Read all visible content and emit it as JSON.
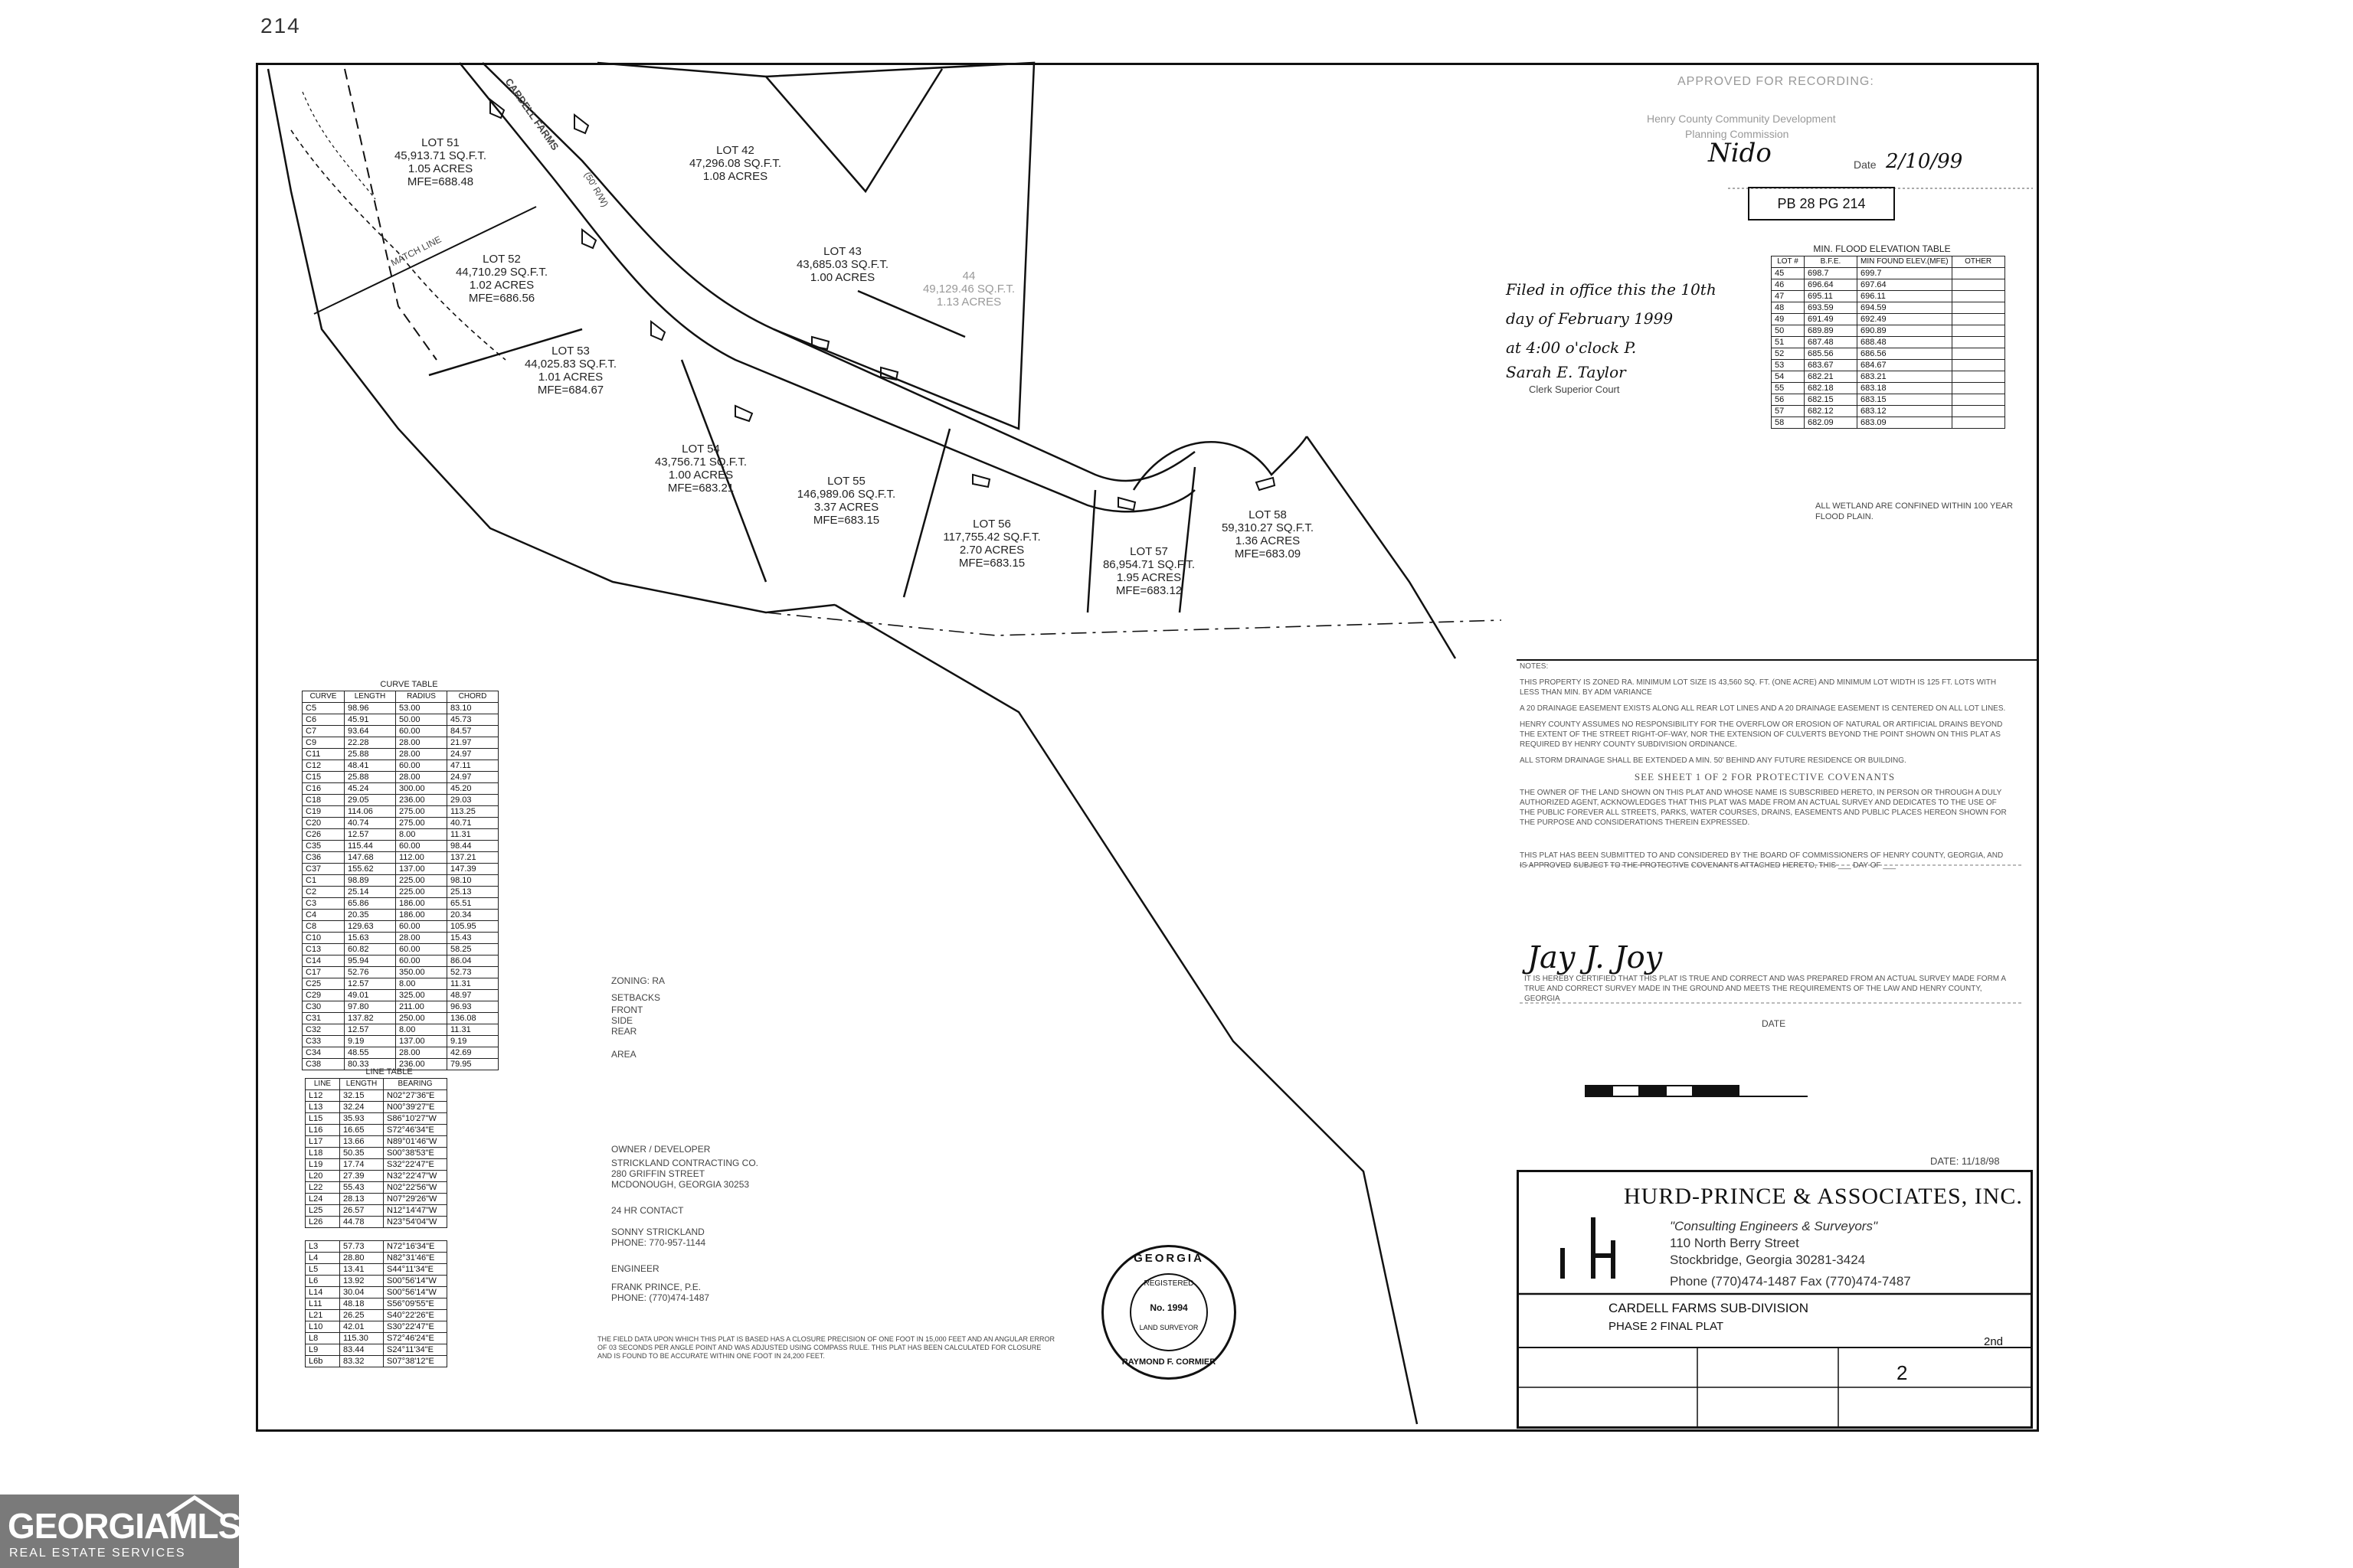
{
  "page_number": "214",
  "recording": {
    "header": "APPROVED FOR RECORDING:",
    "line1": "Henry County Community Development",
    "line2": "Planning Commission",
    "date_label": "Date",
    "date_value": "2/10/99",
    "book_ref": "PB 28 PG 214"
  },
  "filing": {
    "line1": "Filed in office this the 10th",
    "line2": "day of February 1999",
    "line3": "at 4:00 o'clock P.",
    "line4": "Sarah E. Taylor",
    "line5": "Clerk Superior Court"
  },
  "street": {
    "name": "CARDELL FARMS",
    "row": "(50' R/W)"
  },
  "match_line": "MATCH LINE",
  "lots": [
    {
      "id": "lot-51",
      "name": "LOT 51",
      "sqft": "45,913.71 SQ.F.T.",
      "acres": "1.05 ACRES",
      "mfe": "MFE=688.48"
    },
    {
      "id": "lot-52",
      "name": "LOT 52",
      "sqft": "44,710.29 SQ.F.T.",
      "acres": "1.02 ACRES",
      "mfe": "MFE=686.56"
    },
    {
      "id": "lot-53",
      "name": "LOT 53",
      "sqft": "44,025.83 SQ.F.T.",
      "acres": "1.01 ACRES",
      "mfe": "MFE=684.67"
    },
    {
      "id": "lot-54",
      "name": "LOT 54",
      "sqft": "43,756.71 SQ.F.T.",
      "acres": "1.00 ACRES",
      "mfe": "MFE=683.21"
    },
    {
      "id": "lot-55",
      "name": "LOT 55",
      "sqft": "146,989.06 SQ.F.T.",
      "acres": "3.37 ACRES",
      "mfe": "MFE=683.15"
    },
    {
      "id": "lot-56",
      "name": "LOT 56",
      "sqft": "117,755.42 SQ.F.T.",
      "acres": "2.70 ACRES",
      "mfe": "MFE=683.15"
    },
    {
      "id": "lot-57",
      "name": "LOT 57",
      "sqft": "86,954.71 SQ.F.T.",
      "acres": "1.95 ACRES",
      "mfe": "MFE=683.12"
    },
    {
      "id": "lot-58",
      "name": "LOT 58",
      "sqft": "59,310.27 SQ.F.T.",
      "acres": "1.36 ACRES",
      "mfe": "MFE=683.09"
    },
    {
      "id": "lot-42",
      "name": "LOT 42",
      "sqft": "47,296.08 SQ.F.T.",
      "acres": "1.08 ACRES",
      "mfe": ""
    },
    {
      "id": "lot-43",
      "name": "LOT 43",
      "sqft": "43,685.03 SQ.F.T.",
      "acres": "1.00 ACRES",
      "mfe": ""
    },
    {
      "id": "lot-44",
      "name": "44",
      "sqft": "49,129.46 SQ.F.T.",
      "acres": "1.13 ACRES",
      "mfe": ""
    }
  ],
  "flood_table": {
    "title": "MIN. FLOOD ELEVATION TABLE",
    "headers": [
      "LOT #",
      "B.F.E.",
      "MIN FOUND ELEV.(MFE)",
      "OTHER"
    ],
    "rows": [
      [
        "45",
        "698.7",
        "699.7",
        ""
      ],
      [
        "46",
        "696.64",
        "697.64",
        ""
      ],
      [
        "47",
        "695.11",
        "696.11",
        ""
      ],
      [
        "48",
        "693.59",
        "694.59",
        ""
      ],
      [
        "49",
        "691.49",
        "692.49",
        ""
      ],
      [
        "50",
        "689.89",
        "690.89",
        ""
      ],
      [
        "51",
        "687.48",
        "688.48",
        ""
      ],
      [
        "52",
        "685.56",
        "686.56",
        ""
      ],
      [
        "53",
        "683.67",
        "684.67",
        ""
      ],
      [
        "54",
        "682.21",
        "683.21",
        ""
      ],
      [
        "55",
        "682.18",
        "683.18",
        ""
      ],
      [
        "56",
        "682.15",
        "683.15",
        ""
      ],
      [
        "57",
        "682.12",
        "683.12",
        ""
      ],
      [
        "58",
        "682.09",
        "683.09",
        ""
      ]
    ],
    "note": "ALL WETLAND ARE CONFINED WITHIN 100 YEAR FLOOD PLAIN."
  },
  "curve_table": {
    "title": "CURVE TABLE",
    "headers": [
      "CURVE",
      "LENGTH",
      "RADIUS",
      "CHORD"
    ],
    "rows": [
      [
        "C5",
        "98.96",
        "53.00",
        "83.10"
      ],
      [
        "C6",
        "45.91",
        "50.00",
        "45.73"
      ],
      [
        "C7",
        "93.64",
        "60.00",
        "84.57"
      ],
      [
        "C9",
        "22.28",
        "28.00",
        "21.97"
      ],
      [
        "C11",
        "25.88",
        "28.00",
        "24.97"
      ],
      [
        "C12",
        "48.41",
        "60.00",
        "47.11"
      ],
      [
        "C15",
        "25.88",
        "28.00",
        "24.97"
      ],
      [
        "C16",
        "45.24",
        "300.00",
        "45.20"
      ],
      [
        "C18",
        "29.05",
        "236.00",
        "29.03"
      ],
      [
        "C19",
        "114.06",
        "275.00",
        "113.25"
      ],
      [
        "C20",
        "40.74",
        "275.00",
        "40.71"
      ],
      [
        "C26",
        "12.57",
        "8.00",
        "11.31"
      ],
      [
        "C35",
        "115.44",
        "60.00",
        "98.44"
      ],
      [
        "C36",
        "147.68",
        "112.00",
        "137.21"
      ],
      [
        "C37",
        "155.62",
        "137.00",
        "147.39"
      ],
      [
        "C1",
        "98.89",
        "225.00",
        "98.10"
      ],
      [
        "C2",
        "25.14",
        "225.00",
        "25.13"
      ],
      [
        "C3",
        "65.86",
        "186.00",
        "65.51"
      ],
      [
        "C4",
        "20.35",
        "186.00",
        "20.34"
      ],
      [
        "C8",
        "129.63",
        "60.00",
        "105.95"
      ],
      [
        "C10",
        "15.63",
        "28.00",
        "15.43"
      ],
      [
        "C13",
        "60.82",
        "60.00",
        "58.25"
      ],
      [
        "C14",
        "95.94",
        "60.00",
        "86.04"
      ],
      [
        "C17",
        "52.76",
        "350.00",
        "52.73"
      ],
      [
        "C25",
        "12.57",
        "8.00",
        "11.31"
      ],
      [
        "C29",
        "49.01",
        "325.00",
        "48.97"
      ],
      [
        "C30",
        "97.80",
        "211.00",
        "96.93"
      ],
      [
        "C31",
        "137.82",
        "250.00",
        "136.08"
      ],
      [
        "C32",
        "12.57",
        "8.00",
        "11.31"
      ],
      [
        "C33",
        "9.19",
        "137.00",
        "9.19"
      ],
      [
        "C34",
        "48.55",
        "28.00",
        "42.69"
      ],
      [
        "C38",
        "80.33",
        "236.00",
        "79.95"
      ]
    ]
  },
  "line_table": {
    "title": "LINE TABLE",
    "headers": [
      "LINE",
      "LENGTH",
      "BEARING"
    ],
    "rows_a": [
      [
        "L12",
        "32.15",
        "N02°27'36\"E"
      ],
      [
        "L13",
        "32.24",
        "N00°39'27\"E"
      ],
      [
        "L15",
        "35.93",
        "S86°10'27\"W"
      ],
      [
        "L16",
        "16.65",
        "S72°46'34\"E"
      ],
      [
        "L17",
        "13.66",
        "N89°01'46\"W"
      ],
      [
        "L18",
        "50.35",
        "S00°38'53\"E"
      ],
      [
        "L19",
        "17.74",
        "S32°22'47\"E"
      ],
      [
        "L20",
        "27.39",
        "N32°22'47\"W"
      ],
      [
        "L22",
        "55.43",
        "N02°22'56\"W"
      ],
      [
        "L24",
        "28.13",
        "N07°29'26\"W"
      ],
      [
        "L25",
        "26.57",
        "N12°14'47\"W"
      ],
      [
        "L26",
        "44.78",
        "N23°54'04\"W"
      ]
    ],
    "rows_b": [
      [
        "L3",
        "57.73",
        "N72°16'34\"E"
      ],
      [
        "L4",
        "28.80",
        "N82°31'46\"E"
      ],
      [
        "L5",
        "13.41",
        "S44°11'34\"E"
      ],
      [
        "L6",
        "13.92",
        "S00°56'14\"W"
      ],
      [
        "L14",
        "30.04",
        "S00°56'14\"W"
      ],
      [
        "L11",
        "48.18",
        "S56°09'55\"E"
      ],
      [
        "L21",
        "26.25",
        "S40°22'26\"E"
      ],
      [
        "L10",
        "42.01",
        "S30°22'47\"E"
      ],
      [
        "L8",
        "115.30",
        "S72°46'24\"E"
      ],
      [
        "L9",
        "83.44",
        "S24°11'34\"E"
      ],
      [
        "L6b",
        "83.32",
        "S07°38'12\"E"
      ]
    ]
  },
  "site_data": {
    "zoning_label": "ZONING: RA",
    "setbacks_label": "SETBACKS",
    "front_label": "FRONT",
    "side_label": "SIDE",
    "rear_label": "REAR",
    "area_label": "AREA",
    "owner_label": "OWNER / DEVELOPER",
    "owner_line1": "STRICKLAND CONTRACTING CO.",
    "owner_line2": "280 GRIFFIN STREET",
    "owner_line3": "MCDONOUGH, GEORGIA 30253",
    "contact_label": "24 HR CONTACT",
    "contact_name": "SONNY STRICKLAND",
    "contact_phone": "PHONE: 770-957-1144",
    "engineer_label": "ENGINEER",
    "engineer_name": "FRANK PRINCE, P.E.",
    "engineer_phone": "PHONE: (770)474-1487"
  },
  "notes": {
    "header": "NOTES:",
    "n1": "THIS PROPERTY IS ZONED RA. MINIMUM LOT SIZE IS 43,560 SQ. FT. (ONE ACRE) AND MINIMUM LOT WIDTH IS 125 FT. LOTS WITH LESS THAN MIN. BY ADM VARIANCE",
    "n2": "A 20 DRAINAGE EASEMENT EXISTS ALONG ALL REAR LOT LINES AND A 20 DRAINAGE EASEMENT IS CENTERED ON ALL LOT LINES.",
    "n3": "HENRY COUNTY ASSUMES NO RESPONSIBILITY FOR THE OVERFLOW OR EROSION OF NATURAL OR ARTIFICIAL DRAINS BEYOND THE EXTENT OF THE STREET RIGHT-OF-WAY, NOR THE EXTENSION OF CULVERTS BEYOND THE POINT SHOWN ON THIS PLAT AS REQUIRED BY HENRY COUNTY SUBDIVISION ORDINANCE.",
    "n4": "ALL STORM DRAINAGE SHALL BE EXTENDED A MIN. 50' BEHIND ANY FUTURE RESIDENCE OR BUILDING.",
    "covenants": "SEE SHEET 1 OF 2 FOR PROTECTIVE COVENANTS",
    "owner_cert": "THE OWNER OF THE LAND SHOWN ON THIS PLAT AND WHOSE NAME IS SUBSCRIBED HERETO, IN PERSON OR THROUGH A DULY AUTHORIZED AGENT, ACKNOWLEDGES THAT THIS PLAT WAS MADE FROM AN ACTUAL SURVEY AND DEDICATES TO THE USE OF THE PUBLIC FOREVER ALL STREETS, PARKS, WATER COURSES, DRAINS, EASEMENTS AND PUBLIC PLACES HEREON SHOWN FOR THE PURPOSE AND CONSIDERATIONS THEREIN EXPRESSED.",
    "board_cert": "THIS PLAT HAS BEEN SUBMITTED TO AND CONSIDERED BY THE BOARD OF COMMISSIONERS OF HENRY COUNTY, GEORGIA, AND IS APPROVED SUBJECT TO THE PROTECTIVE COVENANTS ATTACHED HERETO, THIS ___ DAY OF ___",
    "survey_cert": "IT IS HEREBY CERTIFIED THAT THIS PLAT IS TRUE AND CORRECT AND WAS PREPARED FROM AN ACTUAL SURVEY MADE FORM A TRUE AND CORRECT SURVEY MADE IN THE GROUND AND MEETS THE REQUIREMENTS OF THE LAW AND HENRY COUNTY, GEORGIA",
    "date_label": "DATE"
  },
  "field_note": "THE FIELD DATA UPON WHICH THIS PLAT IS BASED HAS A CLOSURE PRECISION OF ONE FOOT IN 15,000 FEET AND AN ANGULAR ERROR OF 03 SECONDS PER ANGLE POINT AND WAS ADJUSTED USING COMPASS RULE. THIS PLAT HAS BEEN CALCULATED FOR CLOSURE AND IS FOUND TO BE ACCURATE WITHIN ONE FOOT IN 24,200 FEET.",
  "firm": {
    "name": "HURD-PRINCE & ASSOCIATES, INC.",
    "tagline": "\"Consulting Engineers & Surveyors\"",
    "address1": "110 North Berry Street",
    "address2": "Stockbridge, Georgia 30281-3424",
    "phone": "Phone (770)474-1487  Fax (770)474-7487",
    "date": "DATE: 11/18/98"
  },
  "project": {
    "title": "CARDELL FARMS SUB-DIVISION",
    "subtitle": "PHASE 2 FINAL PLAT",
    "district": "2nd",
    "sheet": "2"
  },
  "seal": {
    "state": "GEORGIA",
    "registered": "REGISTERED",
    "number": "No. 1994",
    "profession": "LAND SURVEYOR",
    "name": "RAYMOND F. CORMIER"
  },
  "watermark": {
    "name": "GEORGIAMLS",
    "sub": "REAL ESTATE SERVICES"
  }
}
